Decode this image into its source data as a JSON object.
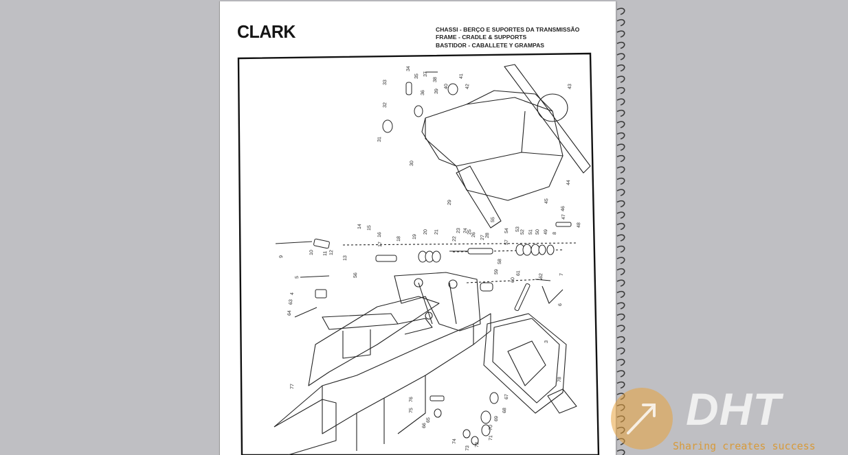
{
  "document": {
    "logo": "CLARK",
    "title_lines": [
      "CHASSI - BERÇO E SUPORTES DA TRANSMISSÃO",
      "FRAME - CRADLE & SUPPORTS",
      "BASTIDOR - CABALLETE Y GRAMPAS"
    ],
    "callouts": [
      "33",
      "34",
      "35",
      "37",
      "38",
      "39",
      "40",
      "41",
      "42",
      "43",
      "32",
      "36",
      "31",
      "30",
      "29",
      "44",
      "45",
      "46",
      "47",
      "48",
      "14",
      "15",
      "16",
      "17",
      "18",
      "19",
      "20",
      "21",
      "22",
      "23",
      "24",
      "25",
      "26",
      "27",
      "28",
      "55",
      "54",
      "53",
      "52",
      "51",
      "50",
      "49",
      "8",
      "9",
      "10",
      "11",
      "12",
      "13",
      "56",
      "57",
      "58",
      "59",
      "60",
      "61",
      "62",
      "7",
      "6",
      "5",
      "4",
      "63",
      "64",
      "3",
      "78",
      "77",
      "76",
      "75",
      "65",
      "66",
      "67",
      "68",
      "69",
      "70",
      "71",
      "72",
      "73",
      "74"
    ]
  },
  "watermark": {
    "brand": "DHT",
    "tagline": "Sharing creates success"
  },
  "colors": {
    "background": "#bfbfc3",
    "page": "#ffffff",
    "ink": "#1e1e1e",
    "watermark_accent": "#e8a23c"
  }
}
